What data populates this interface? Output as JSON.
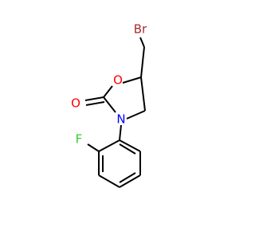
{
  "molecule": {
    "atoms": {
      "br": "Br",
      "o_ring": "O",
      "o_carbonyl": "O",
      "n": "N",
      "f": "F"
    },
    "colors": {
      "bond": "#000000",
      "bromine": "#a52a2a",
      "oxygen": "#ff0000",
      "nitrogen": "#0000ff",
      "fluorine": "#33cc33",
      "background": "#ffffff"
    }
  }
}
